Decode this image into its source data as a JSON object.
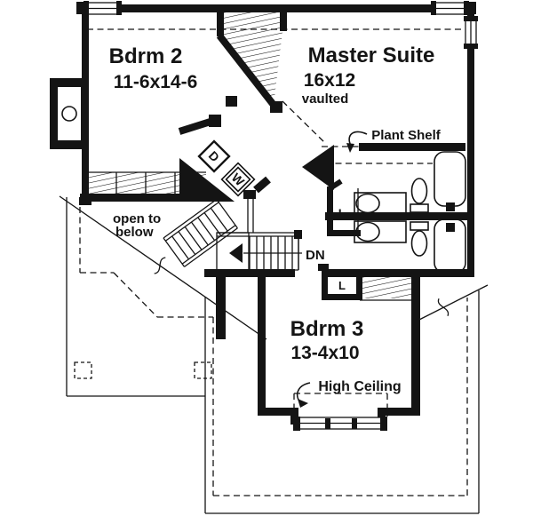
{
  "rooms": {
    "bdrm2": {
      "name": "Bdrm 2",
      "dims": "11-6x14-6"
    },
    "master": {
      "name": "Master Suite",
      "dims": "16x12",
      "note": "vaulted"
    },
    "bdrm3": {
      "name": "Bdrm 3",
      "dims": "13-4x10"
    }
  },
  "labels": {
    "plant_shelf": "Plant Shelf",
    "open_below_line1": "open to",
    "open_below_line2": "below",
    "down": "DN",
    "high_ceiling": "High Ceiling",
    "linen": "L",
    "dryer": "D",
    "washer": "W"
  },
  "colors": {
    "ink": "#141414",
    "paper": "#ffffff"
  }
}
